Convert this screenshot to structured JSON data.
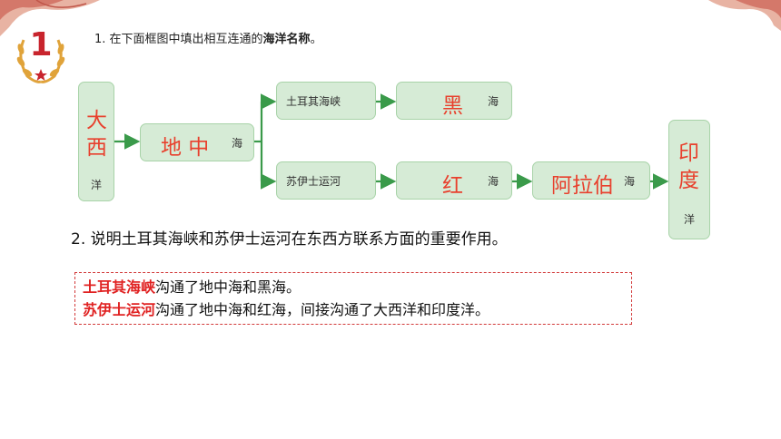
{
  "slide_number": "1",
  "question1": {
    "prefix": "1. 在下面框图中填出相互连通的",
    "bold": "海洋名称",
    "suffix": "。"
  },
  "diagram": {
    "atlantic": {
      "chars": [
        "大",
        "西"
      ],
      "suffix": "洋"
    },
    "mediterranean": {
      "name": "地 中",
      "suffix": "海"
    },
    "turkish_straits": "土耳其海峡",
    "suez_canal": "苏伊士运河",
    "black_sea": {
      "name": "黑",
      "suffix": "海"
    },
    "red_sea": {
      "name": "红",
      "suffix": "海"
    },
    "arabian_sea": {
      "name": "阿拉伯",
      "suffix": "海"
    },
    "indian": {
      "chars": [
        "印",
        "度"
      ],
      "suffix": "洋"
    }
  },
  "question2": "2. 说明土耳其海峡和苏伊士运河在东西方联系方面的重要作用。",
  "answer": {
    "line1": {
      "highlight": "土耳其海峡",
      "text": "沟通了地中海和黑海。"
    },
    "line2": {
      "highlight": "苏伊士运河",
      "text": "沟通了地中海和红海，间接沟通了大西洋和印度洋。"
    }
  },
  "colors": {
    "accent_red": "#c8242d",
    "box_green": "#d6ebd6",
    "arrow_green": "#3a9a4a",
    "answer_red": "#e02222"
  }
}
